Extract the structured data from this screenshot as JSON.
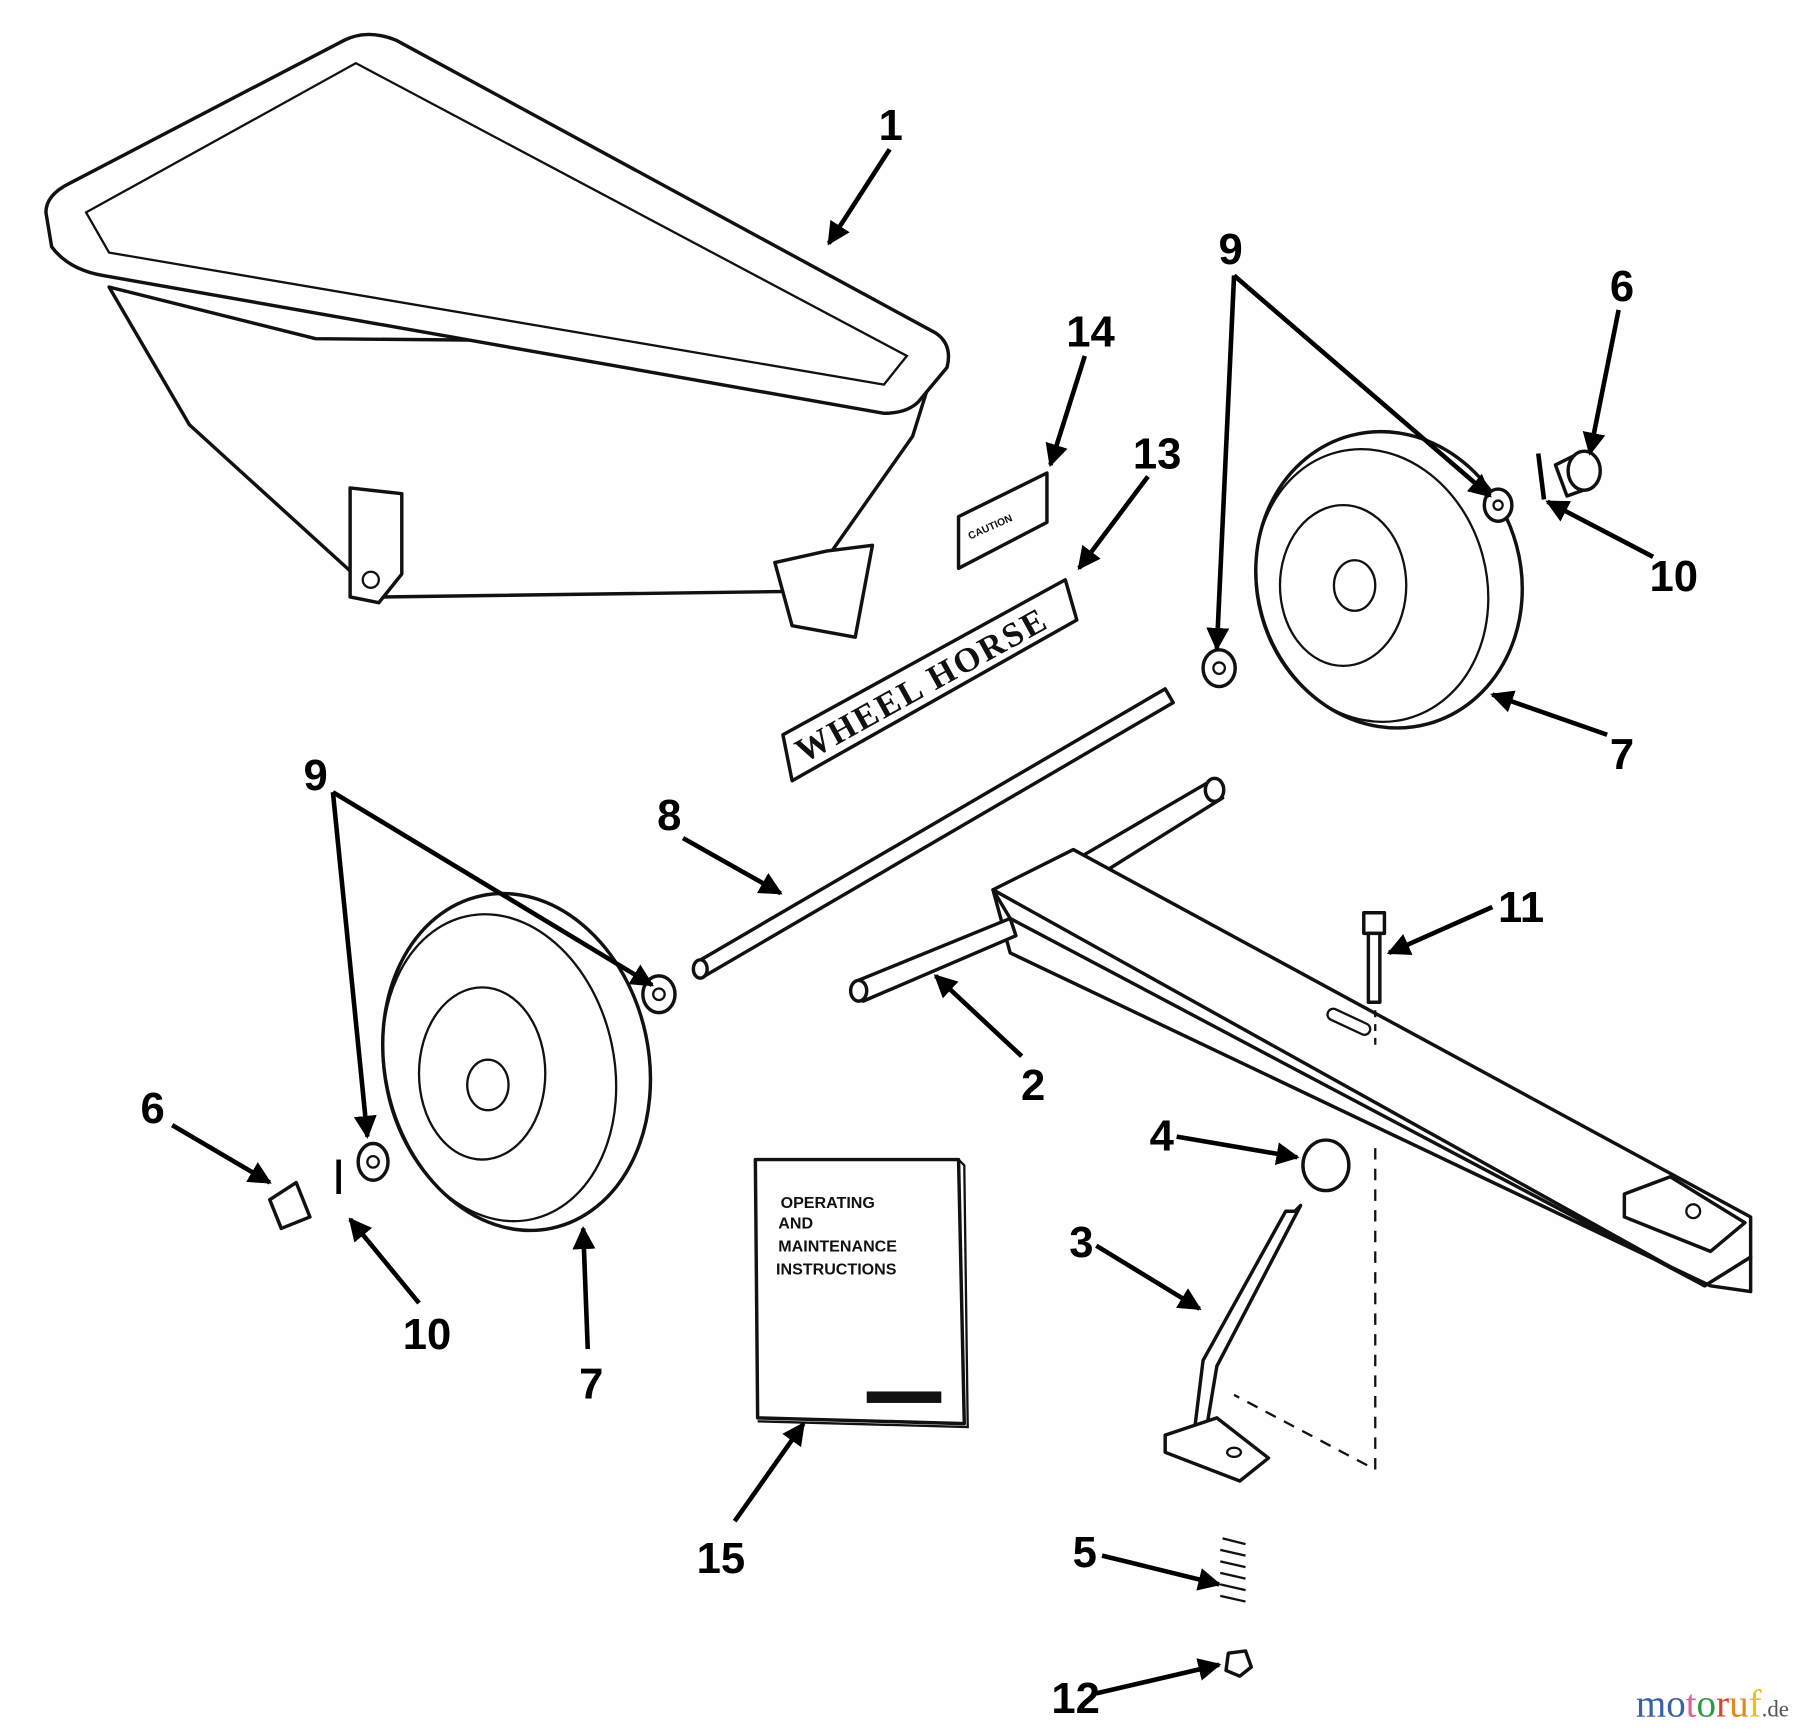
{
  "diagram": {
    "callouts": [
      {
        "number": "1",
        "part": "hopper-tub"
      },
      {
        "number": "2",
        "part": "axle-stub"
      },
      {
        "number": "3",
        "part": "hitch-pin-lever"
      },
      {
        "number": "4",
        "part": "knob"
      },
      {
        "number": "5",
        "part": "spring"
      },
      {
        "number": "6",
        "part": "hub-cap-right"
      },
      {
        "number": "6",
        "part": "hub-cap-left"
      },
      {
        "number": "7",
        "part": "wheel-right"
      },
      {
        "number": "7",
        "part": "wheel-left"
      },
      {
        "number": "8",
        "part": "axle"
      },
      {
        "number": "9",
        "part": "washers-right"
      },
      {
        "number": "9",
        "part": "washers-left"
      },
      {
        "number": "10",
        "part": "cotter-pin-right"
      },
      {
        "number": "10",
        "part": "cotter-pin-left"
      },
      {
        "number": "11",
        "part": "bolt"
      },
      {
        "number": "12",
        "part": "nut"
      },
      {
        "number": "13",
        "part": "decal-wheel-horse"
      },
      {
        "number": "14",
        "part": "decal-caution"
      },
      {
        "number": "15",
        "part": "manual"
      }
    ],
    "decal_text": "WHEEL HORSE",
    "caution_text": "CAUTION",
    "manual_lines": [
      "OPERATING",
      "AND",
      "MAINTENANCE",
      "INSTRUCTIONS"
    ]
  },
  "watermark": {
    "brand": "motoruf",
    "tld": ".de",
    "colors": [
      "#3b5fa8",
      "#3b5fa8",
      "#e0609a",
      "#2e9a47",
      "#d9452b",
      "#e08a1d",
      "#e8c21a"
    ]
  }
}
